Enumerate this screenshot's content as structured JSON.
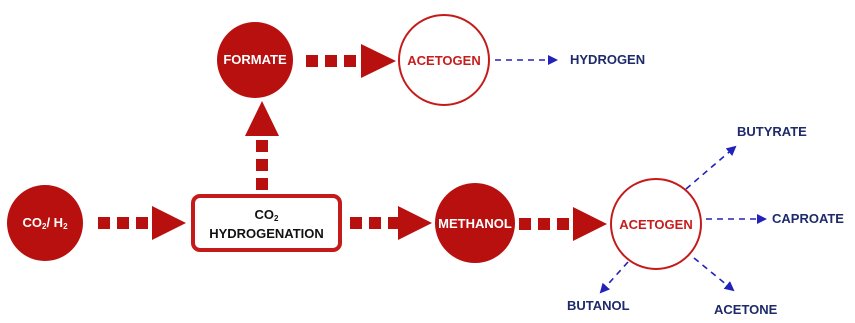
{
  "colors": {
    "red": "#b80f0f",
    "red_stroke": "#c41a1a",
    "blue": "#2222bb",
    "label_dark": "#1f2a6b"
  },
  "nodes": {
    "co2_h2": {
      "main": "CO",
      "sub1": "2",
      "sep": "/ H",
      "sub2": "2"
    },
    "formate": "FORMATE",
    "acetogen_top": "ACETOGEN",
    "co2_hydrogenation": {
      "line1_main": "CO",
      "line1_sub": "2",
      "line2": "HYDROGENATION"
    },
    "methanol": "METHANOL",
    "acetogen_bottom": "ACETOGEN"
  },
  "products": {
    "hydrogen": "HYDROGEN",
    "butyrate": "BUTYRATE",
    "caproate": "CAPROATE",
    "butanol": "BUTANOL",
    "acetone": "ACETONE"
  }
}
